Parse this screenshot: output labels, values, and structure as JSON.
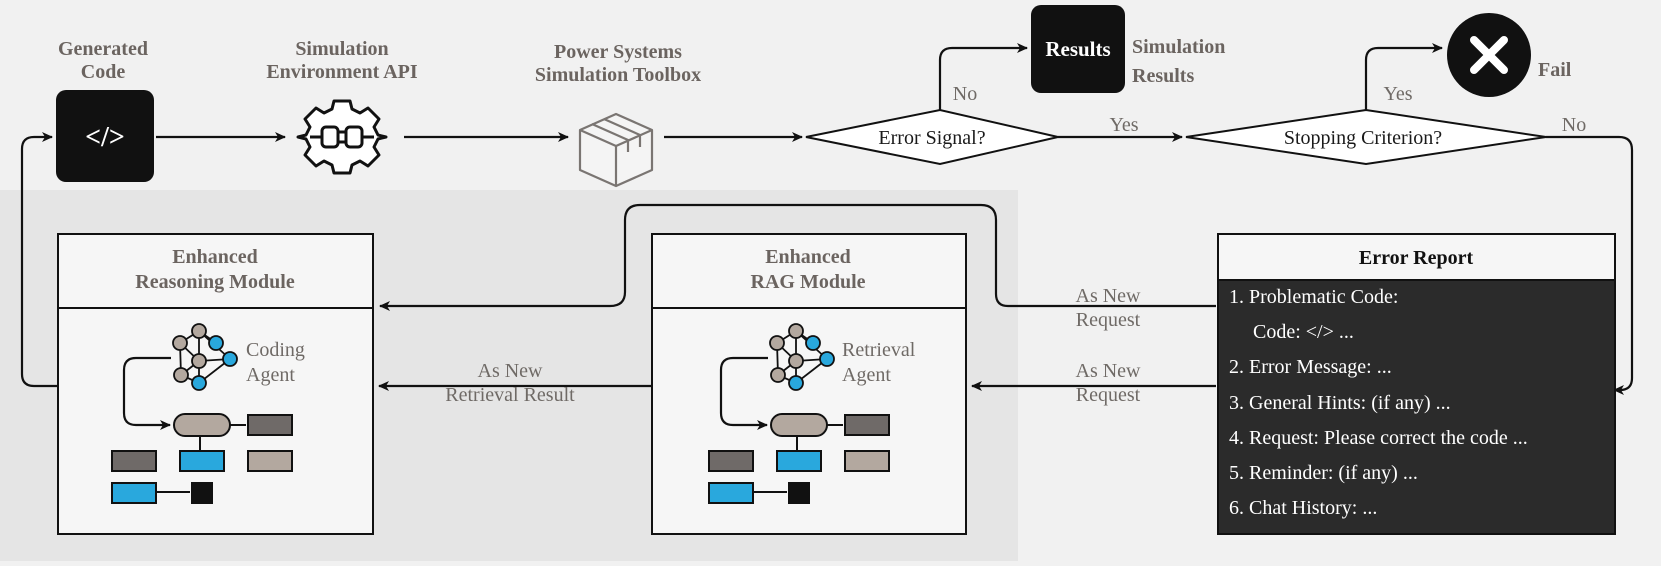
{
  "top_row": {
    "generated_code": [
      "Generated",
      "Code"
    ],
    "code_icon_text": "</>",
    "sim_env_api": [
      "Simulation",
      "Environment API"
    ],
    "power_toolbox": [
      "Power Systems",
      "Simulation Toolbox"
    ],
    "error_signal": "Error Signal?",
    "stopping_criterion": "Stopping Criterion?",
    "no_label_1": "No",
    "yes_label_1": "Yes",
    "yes_label_2": "Yes",
    "no_label_2": "No",
    "results_box": "Results",
    "sim_results": [
      "Simulation",
      "Results"
    ],
    "fail": "Fail"
  },
  "reasoning_module": {
    "title": [
      "Enhanced",
      "Reasoning Module"
    ],
    "agent": [
      "Coding",
      "Agent"
    ]
  },
  "rag_module": {
    "title": [
      "Enhanced",
      "RAG Module"
    ],
    "agent": [
      "Retrieval",
      "Agent"
    ]
  },
  "edge_labels": {
    "new_retrieval": [
      "As New",
      "Retrieval Result"
    ],
    "new_request_top": [
      "As New",
      "Request"
    ],
    "new_request_bottom": [
      "As New",
      "Request"
    ]
  },
  "error_report": {
    "title": "Error Report",
    "items": [
      "1. Problematic Code:",
      "Code: </> ...",
      "2. Error Message: ...",
      "3. General Hints: (if any) ...",
      "4. Request: Please correct the code ...",
      "5. Reminder: (if any) ...",
      "6. Chat History: ..."
    ]
  },
  "colors": {
    "box_fill": "#f6f6f6",
    "panel_gray": "#e6e6e6",
    "report_fill": "#2b2b2b",
    "node_blue": "#29a8dd",
    "node_tan": "#b3a89f",
    "node_gray": "#6f6a68"
  }
}
